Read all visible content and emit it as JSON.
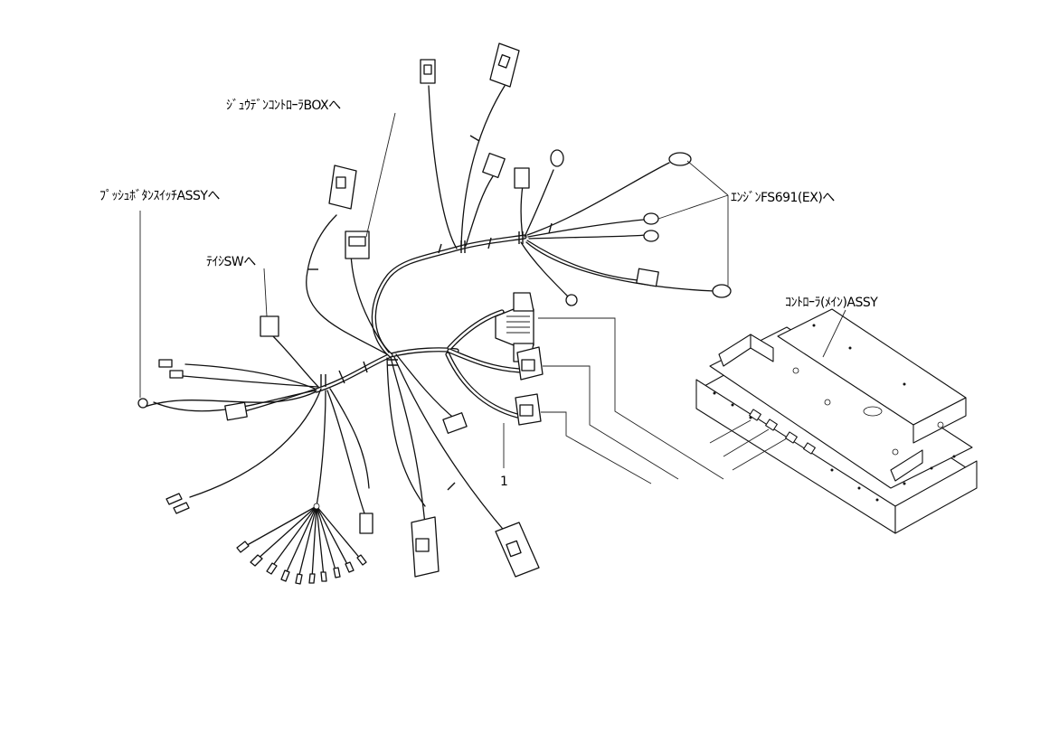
{
  "labels": {
    "jyuden_box": "ｼﾞｭｳﾃﾞﾝｺﾝﾄﾛｰﾗBOXへ",
    "push_button": "ﾌﾟｯｼｭﾎﾞﾀﾝｽｲｯﾁASSYへ",
    "teishi_sw": "ﾃｲｼSWへ",
    "engine": "ｴﾝｼﾞﾝFS691(EX)へ",
    "controller_main": "ｺﾝﾄﾛｰﾗ(ﾒｲﾝ)ASSY",
    "item_1": "1"
  }
}
